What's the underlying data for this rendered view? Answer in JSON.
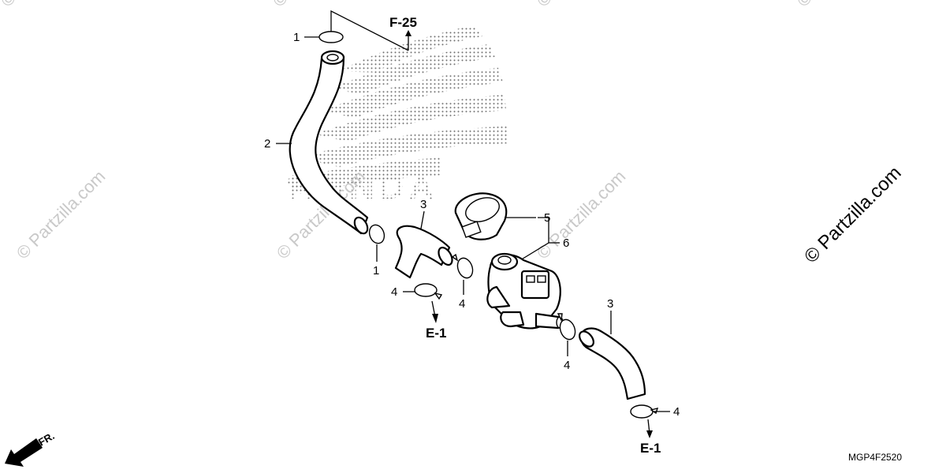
{
  "diagram": {
    "brand": "HONDA",
    "drawing_code": "MGP4F2520",
    "front_label": "FR.",
    "watermark_main": "© Partzilla.com",
    "watermark_faint": "© Partzilla.com",
    "references": {
      "f25": "F-25",
      "e1_left": "E-1",
      "e1_right": "E-1"
    },
    "callouts": {
      "c1_top": "1",
      "c1_mid": "1",
      "c2": "2",
      "c3_left": "3",
      "c3_right": "3",
      "c4_a": "4",
      "c4_b": "4",
      "c4_c": "4",
      "c4_d": "4",
      "c5": "5",
      "c6": "6"
    }
  }
}
